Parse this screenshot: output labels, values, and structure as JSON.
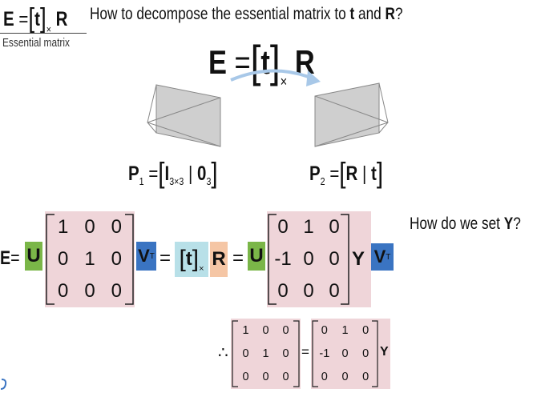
{
  "header": {
    "eq_E": "E",
    "eq_equals": "=",
    "eq_t": "t",
    "eq_times": "×",
    "eq_R": "R",
    "question_pre": "How to decompose the essential matrix to ",
    "question_t": "t",
    "question_and": " and ",
    "question_R": "R",
    "question_post": "?",
    "section_label": "Essential matrix"
  },
  "center_equation": {
    "E": "E",
    "equals": "=",
    "t": "t",
    "times": "×",
    "R": "R"
  },
  "cameras": {
    "p1": {
      "P": "P",
      "sub": "1",
      "equals": "=",
      "I": "I",
      "I_sub": "3×3",
      "bar": "|",
      "zero": "0",
      "zero_sub": "3"
    },
    "p2": {
      "P": "P",
      "sub": "2",
      "equals": "=",
      "R": "R",
      "bar": "|",
      "t": "t"
    }
  },
  "main_row": {
    "E": "E",
    "equals": "=",
    "U": "U",
    "sigma": [
      "1",
      "0",
      "0",
      "0",
      "1",
      "0",
      "0",
      "0",
      "0"
    ],
    "V": "V",
    "T": "T",
    "equals2": "=",
    "t": "t",
    "times": "×",
    "R": "R",
    "equals3": "=",
    "U2": "U",
    "W": [
      "0",
      "1",
      "0",
      "-1",
      "0",
      "0",
      "0",
      "0",
      "0"
    ],
    "Y": "Y",
    "V2": "V",
    "T2": "T"
  },
  "question": {
    "pre": "How do we set ",
    "Y": "Y",
    "post": "?"
  },
  "therefore": {
    "symbol": "∴",
    "left": [
      "1",
      "0",
      "0",
      "0",
      "1",
      "0",
      "0",
      "0",
      "0"
    ],
    "equals": "=",
    "right": [
      "0",
      "1",
      "0",
      "-1",
      "0",
      "0",
      "0",
      "0",
      "0"
    ],
    "Y": "Y"
  },
  "colors": {
    "matrix_bg": "#efd5d9",
    "U_box": "#7ab648",
    "V_box": "#3a74c2",
    "t_box": "#b8e0e8",
    "R_box": "#f5c6a5",
    "arrow": "#a8c8e8"
  }
}
